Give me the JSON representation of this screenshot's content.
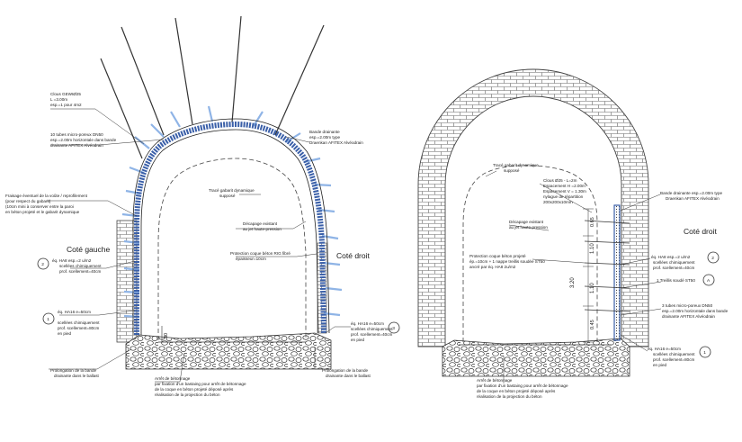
{
  "colors": {
    "line": "#222222",
    "bolt_blue": "#8fb4e6",
    "lining_blue": "#3a5fa8",
    "masonry": "#555555"
  },
  "left": {
    "clous_title": "Clous GEWIØ25",
    "clous_l1": "L =3.00m",
    "clous_l2": "esp.=1 pour 4m2",
    "tubes_l1": "10 tubes micro-poreux DN50",
    "tubes_l2": "esp.=2.00m horizontale dans bande",
    "tubes_l3": "drainante AFITEX Alvéodrain",
    "bande_l1": "Bande drainante",
    "bande_l2": "esp.=2.00m type",
    "bande_l3": "Draenkan AFITEX Alvéodrain",
    "fraisage_l1": "Fraisage éventuel de la voûte / reprofilement",
    "fraisage_l2": "(pour respect du gabarit)",
    "fraisage_l3": "(10cm mini à conserver entre la paroi",
    "fraisage_l4": "en béton projeté et le gabarit dynamique",
    "gabarit_l1": "Tracé gabarit dynamique",
    "gabarit_l2": "supposé",
    "decapage_l1": "Décapage existant",
    "decapage_l2": "au jet haute-pression",
    "protection_l1": "Protection coque béton RIG fibré",
    "protection_l2": "épaisseur=10cm",
    "cote_gauche": "Coté gauche",
    "cote_droit": "Coté droit",
    "ha8_l1": "éq. HA8 esp.=2 u/m2",
    "ha8_l2": "scellées chimiquement",
    "ha8_l3": "prof. scellement=40cm",
    "ha16g_l1": "éq. HA16 e=50cm",
    "ha16g_l2": "scellées chimiquement",
    "ha16g_l3": "prof. scellement=80cm",
    "ha16g_l4": "en pied",
    "ha16d_l1": "éq. HA16 e=50cm",
    "ha16d_l2": "scellées chimiquement",
    "ha16d_l3": "prof. scellement=40cm",
    "ha16d_l4": "en pied",
    "prolong_g_l1": "Prolongation de la bande",
    "prolong_g_l2": "drainante dans le ballast",
    "prolong_d_l1": "Prolongation de la bande",
    "prolong_d_l2": "drainante dans le ballast",
    "arret_l1": "Arrêt de bétonnage",
    "arret_l2": "par fixation d'un bastaing pour arrêt de bétonnage",
    "arret_l3": "de la coque en béton projeté déposé après",
    "arret_l4": "réalisation de la projection du béton",
    "dim_30": "30",
    "callout_2": "2",
    "callout_1": "1",
    "callout_3": "3"
  },
  "right": {
    "gabarit_l1": "Tracé gabarit dynamique",
    "gabarit_l2": "supposé",
    "clous_l1": "Clous Ø25 - L=2m",
    "clous_l2": "Espacement H =2.00m",
    "clous_l3": "Espacement V = 1.30m",
    "clous_l4": "nylague de répartition",
    "clous_l5": "200x200x10mm",
    "bande_l1": "Bande drainante esp.=2.00m type",
    "bande_l2": "Draenkan AFITEX Alvéodrain",
    "decapage_l1": "Décapage existant",
    "decapage_l2": "au jet haute-pression",
    "cote_droit": "Coté droit",
    "protection_l1": "Protection coque béton projeté",
    "protection_l2": "ép.=10cm + 1 nappe treillis soudée ST50",
    "protection_l3": "ancré par éq. HA8 2u/m2",
    "ha8_l1": "éq. HA8 esp.=2 u/m2",
    "ha8_l2": "scellées chimiquement",
    "ha8_l3": "prof. scellement=40cm",
    "treillis": "1 Treillis soudé ST50",
    "tubes_l1": "3 tubes micro-poreux DN50",
    "tubes_l2": "esp.=2.00m horizontale dans bande",
    "tubes_l3": "drainante AFITEX Alvéodrain",
    "ha16_l1": "éq. HA16 e=50cm",
    "ha16_l2": "scellées chimiquement",
    "ha16_l3": "prof. scellement=80cm",
    "ha16_l4": "en pied",
    "arret_l1": "Arrêt de bétonnage",
    "arret_l2": "par fixation d'un bastaing pour arrêt de bétonnage",
    "arret_l3": "de la coque en béton projeté déposé après",
    "arret_l4": "réalisation de la projection du béton",
    "dim_total": "3.20",
    "dim_a": "1.10",
    "dim_b": "1.10",
    "dim_c": "0.65",
    "dim_d": "0.45",
    "callout_2": "2",
    "callout_A": "A",
    "callout_1": "1"
  }
}
